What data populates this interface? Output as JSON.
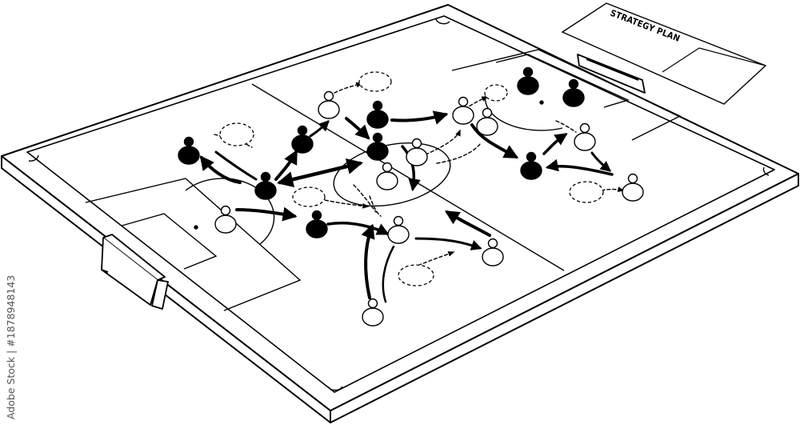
{
  "board": {
    "title": "STRATEGY PLAN"
  },
  "watermark": {
    "id": "1878948143",
    "text": "Adobe Stock | #1878948143"
  },
  "colors": {
    "ink": "#000000",
    "paper": "#ffffff"
  }
}
